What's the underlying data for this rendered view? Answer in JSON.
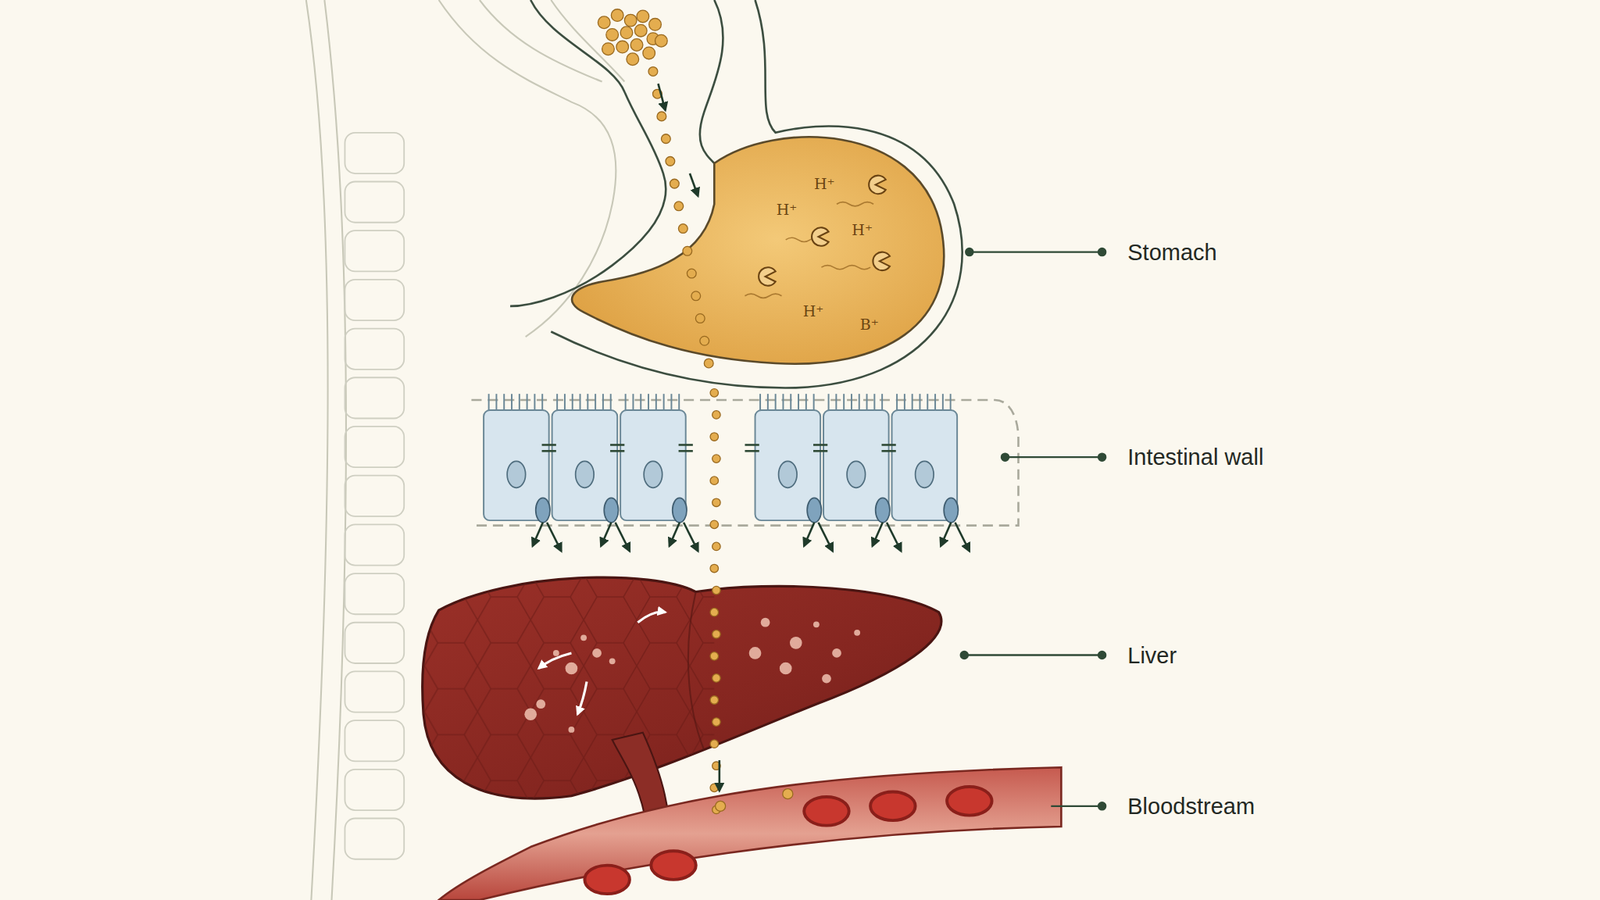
{
  "diagram": {
    "labels": [
      "H⁺",
      "H⁺",
      "H⁺",
      "H⁺",
      "B⁺",
      "Stomach",
      "Intestinal wall",
      "Liver",
      "Bloodstream"
    ]
  }
}
